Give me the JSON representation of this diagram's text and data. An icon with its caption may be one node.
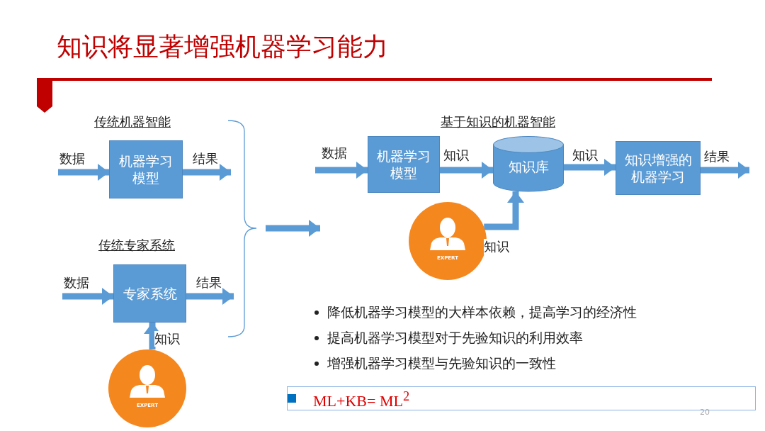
{
  "diagram": {
    "title": "知识将显著增强机器学习能力",
    "nodes": [
      {
        "text": [
          "机器学习模型"
        ]
      },
      {
        "text": [
          "专家系统"
        ]
      },
      {
        "text": [
          "EXPERT"
        ]
      },
      {
        "text": [
          "机器学习模型"
        ]
      },
      {
        "text": [
          "知识库"
        ]
      },
      {
        "text": [
          "知识增强的机器学习"
        ]
      },
      {
        "text": [
          "EXPERT"
        ]
      },
      {
        "text": [
          "ML+KB= ML$^{2}$"
        ]
      }
    ],
    "edges": [
      {
        "from": null,
        "to": 0,
        "arrow": "to",
        "label": "数据"
      },
      {
        "from": 0,
        "to": null,
        "arrow": "to",
        "label": "结果"
      },
      {
        "from": null,
        "to": 1,
        "arrow": "to",
        "label": "数据"
      },
      {
        "from": 1,
        "to": null,
        "arrow": "to",
        "label": "结果"
      },
      {
        "from": 2,
        "to": 1,
        "arrow": "to",
        "label": "知识"
      },
      {
        "from": null,
        "to": 3,
        "arrow": "to",
        "label": "数据"
      },
      {
        "from": 3,
        "to": 4,
        "arrow": "to",
        "label": "知识"
      },
      {
        "from": 4,
        "to": 5,
        "arrow": "to",
        "label": "知识"
      },
      {
        "from": 5,
        "to": null,
        "arrow": "to",
        "label": "结果"
      },
      {
        "from": 6,
        "to": 4,
        "arrow": "to",
        "label": "知识"
      }
    ],
    "labels": [
      "传统机器智能",
      "传统专家系统",
      "基于知识的机器智能",
      "降低机器学习模型的大样本依赖，提高学习的经济性",
      "提高机器学习模型对于先验知识的利用效率",
      "增强机器学习模型与先验知识的一致性",
      "20"
    ]
  }
}
